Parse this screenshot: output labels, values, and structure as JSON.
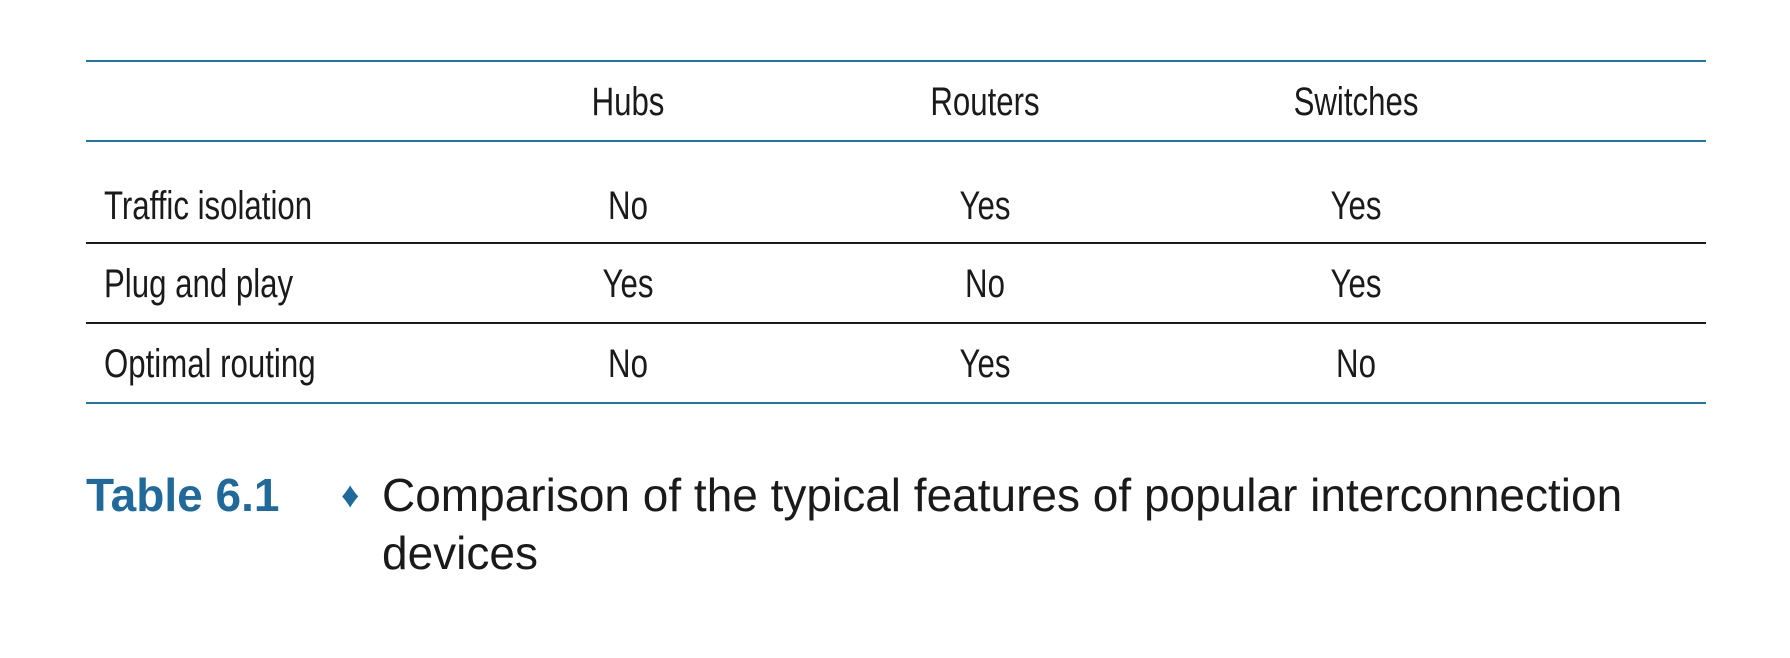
{
  "table": {
    "columns": [
      "",
      "Hubs",
      "Routers",
      "Switches"
    ],
    "rows": [
      {
        "label": "Traffic isolation",
        "hubs": "No",
        "routers": "Yes",
        "switches": "Yes"
      },
      {
        "label": "Plug and play",
        "hubs": "Yes",
        "routers": "No",
        "switches": "Yes"
      },
      {
        "label": "Optimal routing",
        "hubs": "No",
        "routers": "Yes",
        "switches": "No"
      }
    ]
  },
  "caption": {
    "label": "Table 6.1",
    "separator": "♦",
    "text": "Comparison of the typical features of popular interconnection devices"
  },
  "colors": {
    "accent": "#1f6a9a",
    "rule_blue": "#1f74a8",
    "text": "#1a1a1a"
  }
}
